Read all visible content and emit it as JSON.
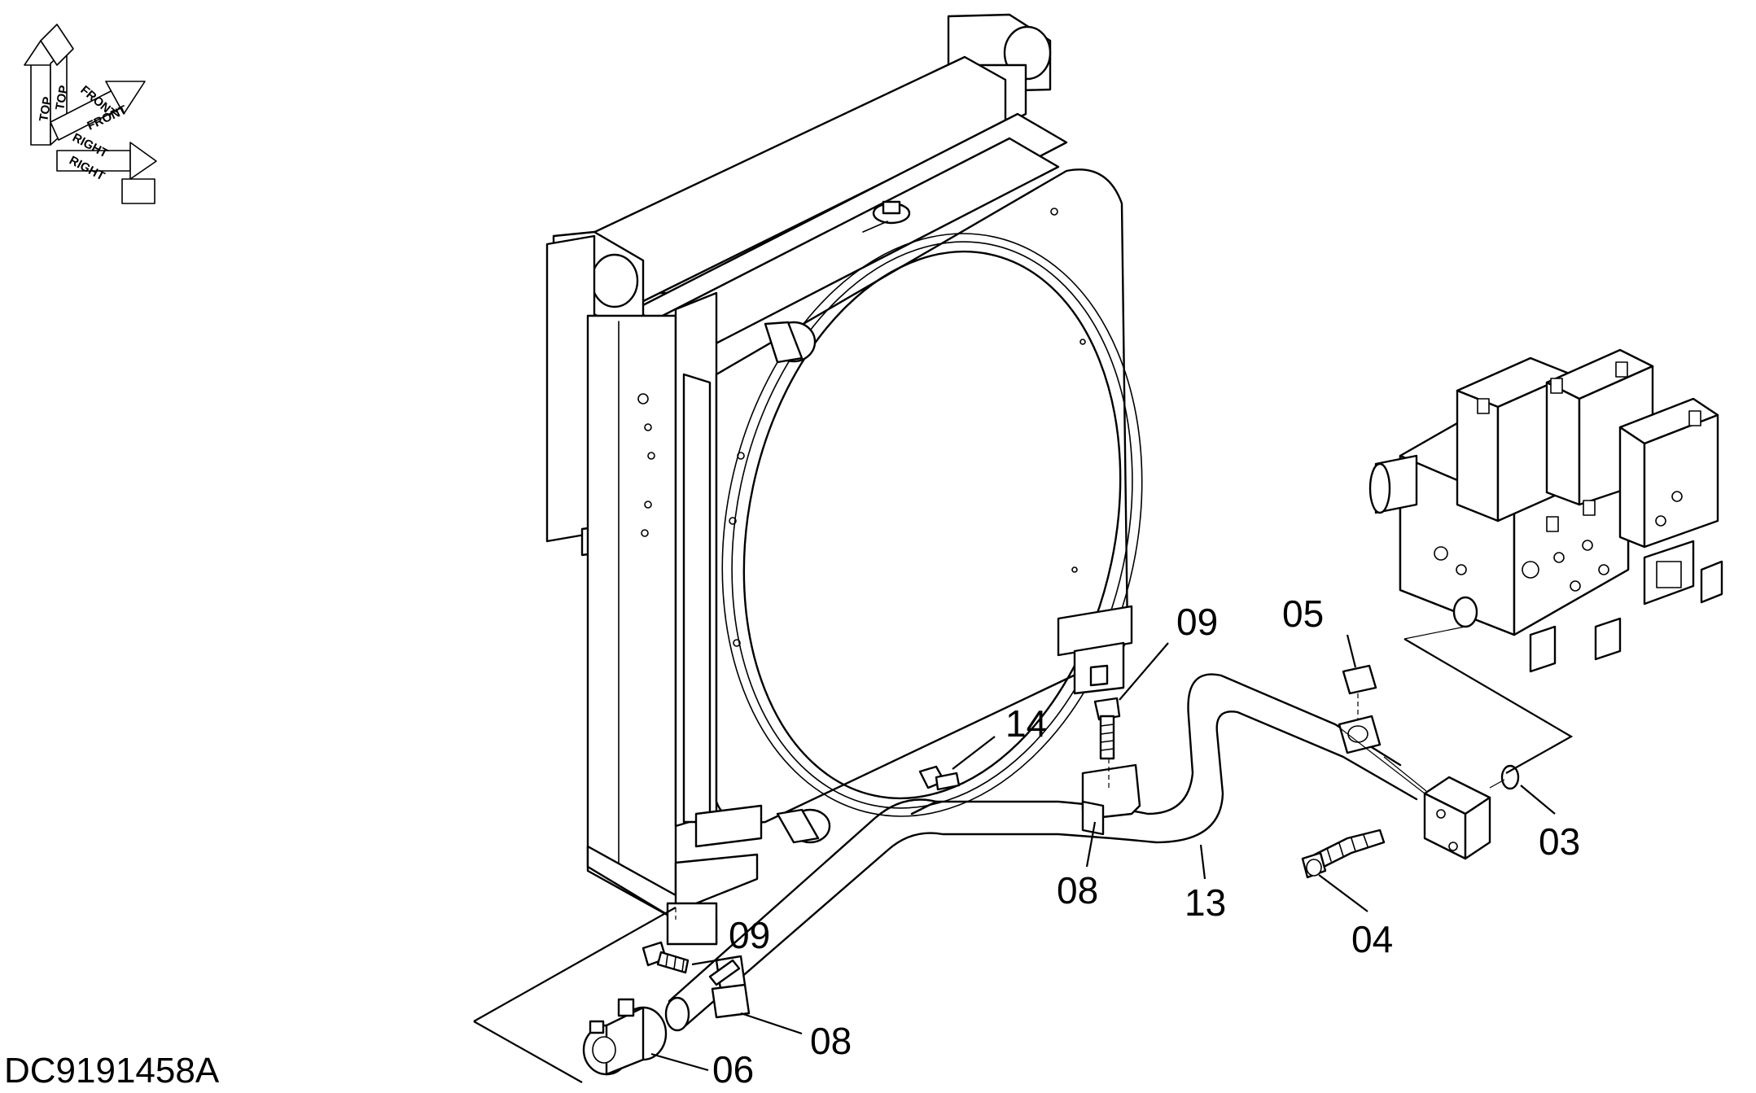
{
  "drawing_number": "DC9191458A",
  "orientation_compass": {
    "labels": [
      "TOP",
      "TOP",
      "FRONT",
      "FRONT",
      "RIGHT",
      "RIGHT"
    ]
  },
  "callouts": {
    "c03": "03",
    "c04": "04",
    "c05": "05",
    "c06": "06",
    "c08_upper": "08",
    "c08_lower": "08",
    "c09_upper": "09",
    "c09_lower": "09",
    "c13": "13",
    "c14": "14"
  }
}
